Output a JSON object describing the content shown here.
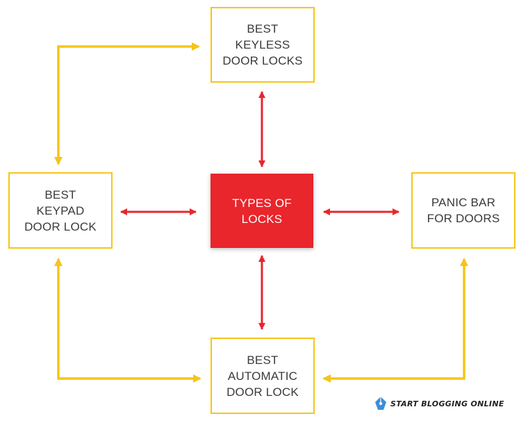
{
  "center": {
    "lines": [
      "TYPES OF",
      "LOCKS"
    ]
  },
  "nodes": {
    "top": {
      "lines": [
        "BEST",
        "KEYLESS",
        "DOOR LOCKS"
      ]
    },
    "left": {
      "lines": [
        "BEST",
        "KEYPAD",
        "DOOR LOCK"
      ]
    },
    "right": {
      "lines": [
        "PANIC BAR",
        "FOR DOORS"
      ]
    },
    "bottom": {
      "lines": [
        "BEST",
        "AUTOMATIC",
        "DOOR LOCK"
      ]
    }
  },
  "watermark": {
    "text": "START BLOGGING ONLINE"
  },
  "colors": {
    "box_border": "#f5c518",
    "yellow_arrow": "#f5c518",
    "red_arrow": "#e8262c",
    "center_fill": "#e8262c",
    "text": "#3a3a3a",
    "logo_blue": "#3a8fd8"
  }
}
